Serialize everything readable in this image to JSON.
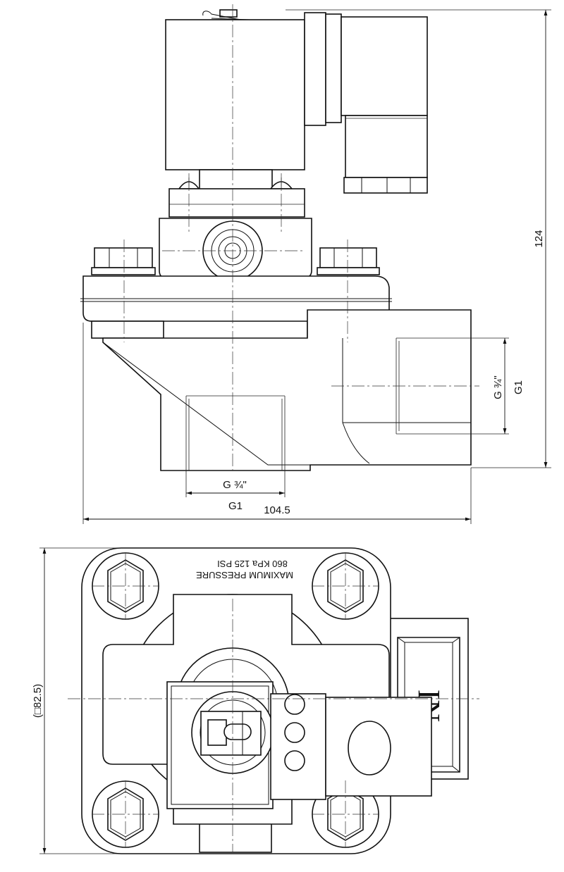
{
  "dimensions": {
    "height": "124",
    "width": "104.5",
    "square": "(□82.5)"
  },
  "ports": {
    "bottom_inner": "G ¾\"",
    "bottom_outer": "G1",
    "side_inner": "G ¾\"",
    "side_outer": "G1"
  },
  "marking": {
    "line1": "MAXIMUM  PRESSURE",
    "line2": "860  KPa  125  PSI",
    "inlet": "IN"
  }
}
